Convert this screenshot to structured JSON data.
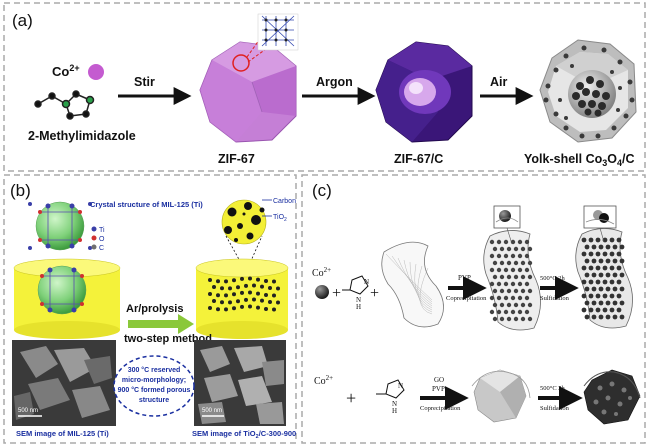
{
  "panel_a": {
    "label": "(a)",
    "cobalt_ion": "Co",
    "cobalt_charge": "2+",
    "linker": "2-Methylimidazole",
    "step1": "Stir",
    "step2": "Argon",
    "step3": "Air",
    "product1": "ZIF-67",
    "product2": "ZIF-67/C",
    "product3_prefix": "Yolk-shell Co",
    "product3_sub1": "3",
    "product3_mid": "O",
    "product3_sub2": "4",
    "product3_suffix": "/C"
  },
  "panel_b": {
    "label": "(b)",
    "crystal_caption": "Crystal structure of MIL-125 (Ti)",
    "legend": [
      {
        "symbol": "Ti",
        "color": "#3a3fa8"
      },
      {
        "symbol": "O",
        "color": "#d03030"
      },
      {
        "symbol": "C",
        "color": "#707070"
      }
    ],
    "carbon_label": "Carbon",
    "tio2_prefix": "TiO",
    "tio2_sub": "2",
    "process_line1": "Ar/prolysis",
    "process_line2": "two-step method",
    "note_line1": "300 °C reserved",
    "note_line2": "micro-morphology;",
    "note_line3": "900 °C formed porous",
    "note_line4": "structure",
    "scale_left": "500 nm",
    "scale_right": "500 nm",
    "sem_left": "SEM image of MIL-125 (Ti)",
    "sem_right_prefix": "SEM image of TiO",
    "sem_right_sub": "2",
    "sem_right_suffix": "/C-300-900"
  },
  "panel_c": {
    "label": "(c)",
    "row1_ion": "Co",
    "row1_charge": "2+",
    "row1_step1_top": "PVP",
    "row1_step1_bottom": "Coprecipitation",
    "row1_step2_top": "500°C 2h",
    "row1_step2_bottom": "Sulfidation",
    "row2_ion": "Co",
    "row2_charge": "2+",
    "nh": "N",
    "nh_h": "H",
    "n": "N",
    "row2_step1_top1": "GO",
    "row2_step1_top2": "PVP",
    "row2_step1_bottom": "Coprecipitation",
    "row2_step2_top": "500°C 2h",
    "row2_step2_bottom": "Sulfidation",
    "plus": "+"
  }
}
